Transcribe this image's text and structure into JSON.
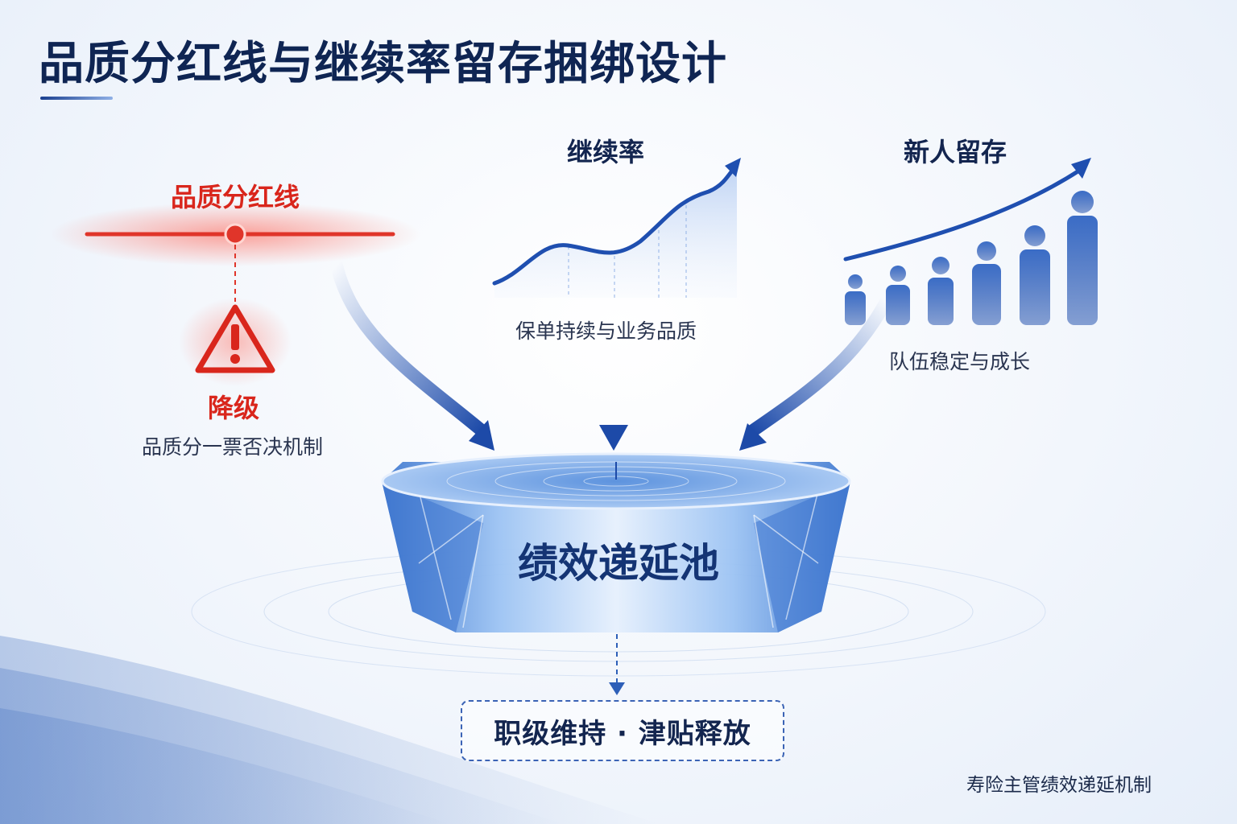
{
  "title": "品质分红线与继续率留存捆绑设计",
  "quality_redline": {
    "label": "品质分红线",
    "downgrade_label": "降级",
    "veto_text": "品质分一票否决机制"
  },
  "retention": {
    "label": "继续率",
    "subtitle": "保单持续与业务品质"
  },
  "newhire": {
    "label": "新人留存",
    "subtitle": "队伍稳定与成长"
  },
  "pool": {
    "label": "绩效递延池"
  },
  "result": {
    "label": "职级维持 · 津贴释放"
  },
  "footer": "寿险主管绩效递延机制",
  "colors": {
    "red": "#d9261c",
    "navy": "#13254f",
    "blue": "#1f4fb0",
    "crystal": "#6fa4e6"
  }
}
